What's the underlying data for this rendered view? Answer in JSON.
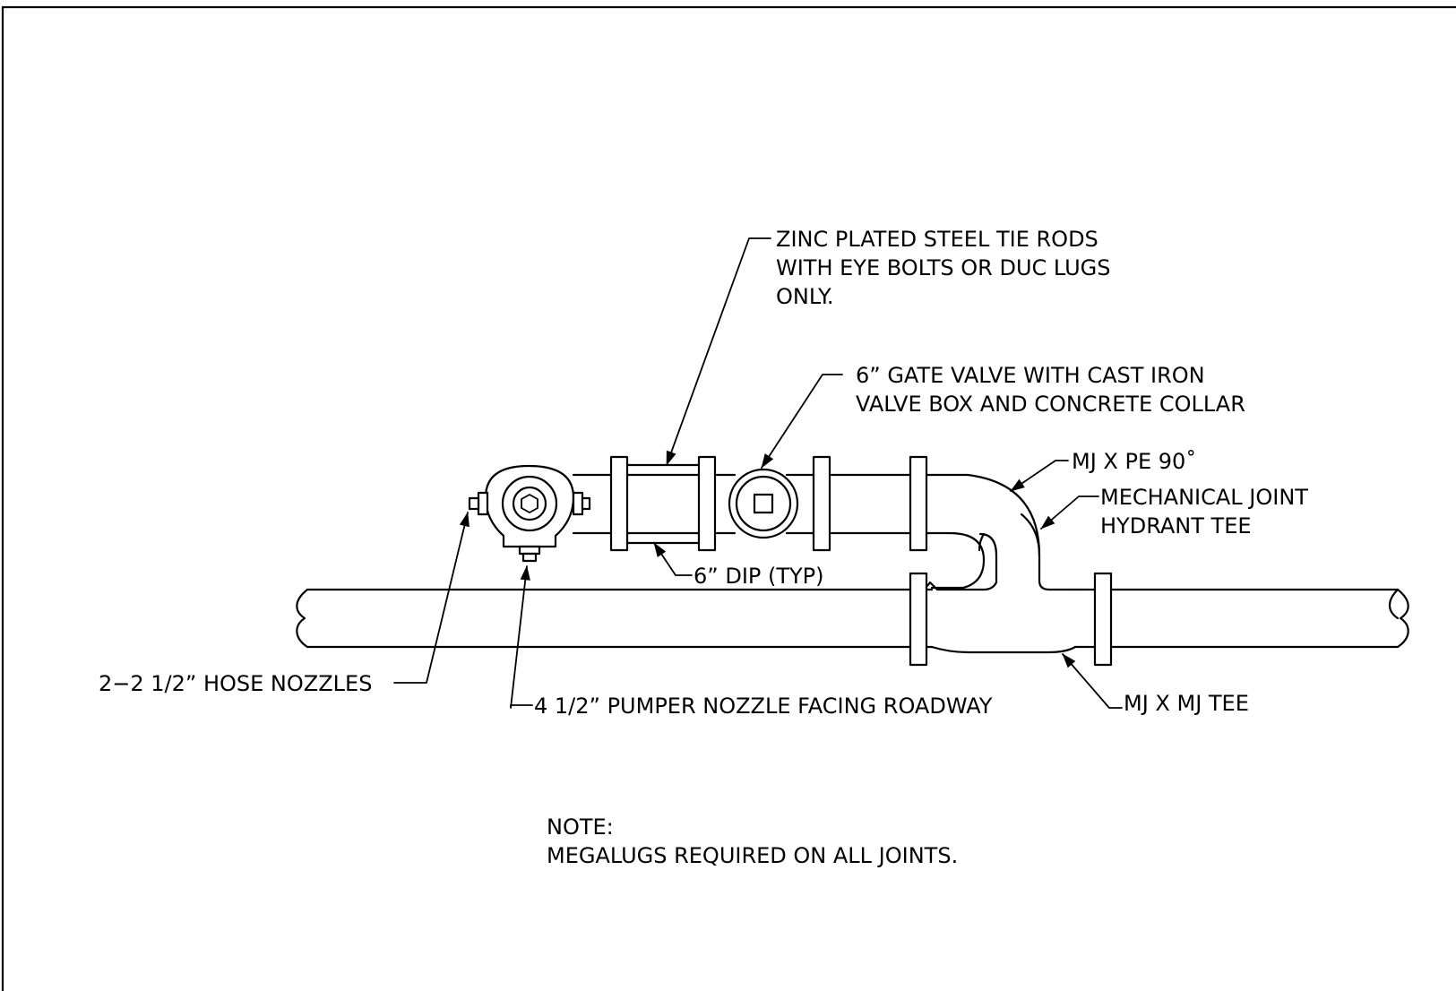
{
  "callouts": {
    "tie_rods_line1": "ZINC PLATED STEEL TIE RODS",
    "tie_rods_line2": "WITH EYE BOLTS OR DUC LUGS",
    "tie_rods_line3": "ONLY.",
    "gate_valve_line1": "6” GATE VALVE WITH CAST IRON",
    "gate_valve_line2": "VALVE BOX AND CONCRETE COLLAR",
    "mj_pe_90": "MJ X PE 90˚",
    "hydrant_tee_line1": "MECHANICAL JOINT",
    "hydrant_tee_line2": "HYDRANT TEE",
    "dip": "6” DIP (TYP)",
    "hose_nozzles": "2−2 1/2” HOSE NOZZLES",
    "pumper_nozzle": "4 1/2” PUMPER NOZZLE FACING ROADWAY",
    "mj_mj_tee": "MJ X MJ TEE"
  },
  "note": {
    "heading": "NOTE:",
    "text": "MEGALUGS REQUIRED ON ALL JOINTS."
  }
}
